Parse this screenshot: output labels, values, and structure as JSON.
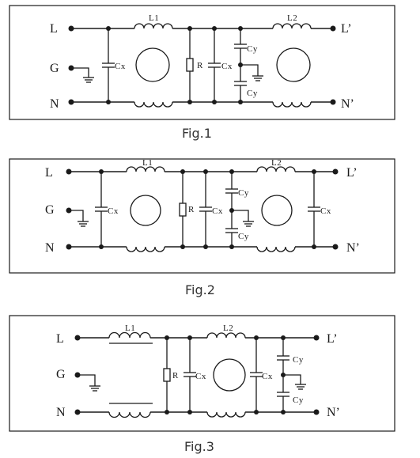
{
  "figures": [
    {
      "caption": "Fig.1",
      "terminals": {
        "line_in": "L",
        "ground": "G",
        "neutral_in": "N",
        "line_out": "L’",
        "neutral_out": "N’"
      },
      "components": {
        "L1": "L1",
        "L2": "L2",
        "cx1": "Cx",
        "r": "R",
        "cx2": "Cx",
        "cy_top": "Cy",
        "cy_bottom": "Cy"
      }
    },
    {
      "caption": "Fig.2",
      "terminals": {
        "line_in": "L",
        "ground": "G",
        "neutral_in": "N",
        "line_out": "L’",
        "neutral_out": "N’"
      },
      "components": {
        "L1": "L1",
        "L2": "L2",
        "cx1": "Cx",
        "r": "R",
        "cx2": "Cx",
        "cy_top": "Cy",
        "cy_bottom": "Cy",
        "cx3": "Cx"
      }
    },
    {
      "caption": "Fig.3",
      "terminals": {
        "line_in": "L",
        "ground": "G",
        "neutral_in": "N",
        "line_out": "L’",
        "neutral_out": "N’"
      },
      "components": {
        "L1": "L1",
        "L2": "L2",
        "r": "R",
        "cx1": "Cx",
        "cx2": "Cx",
        "cy_top": "Cy",
        "cy_bottom": "Cy"
      }
    }
  ]
}
